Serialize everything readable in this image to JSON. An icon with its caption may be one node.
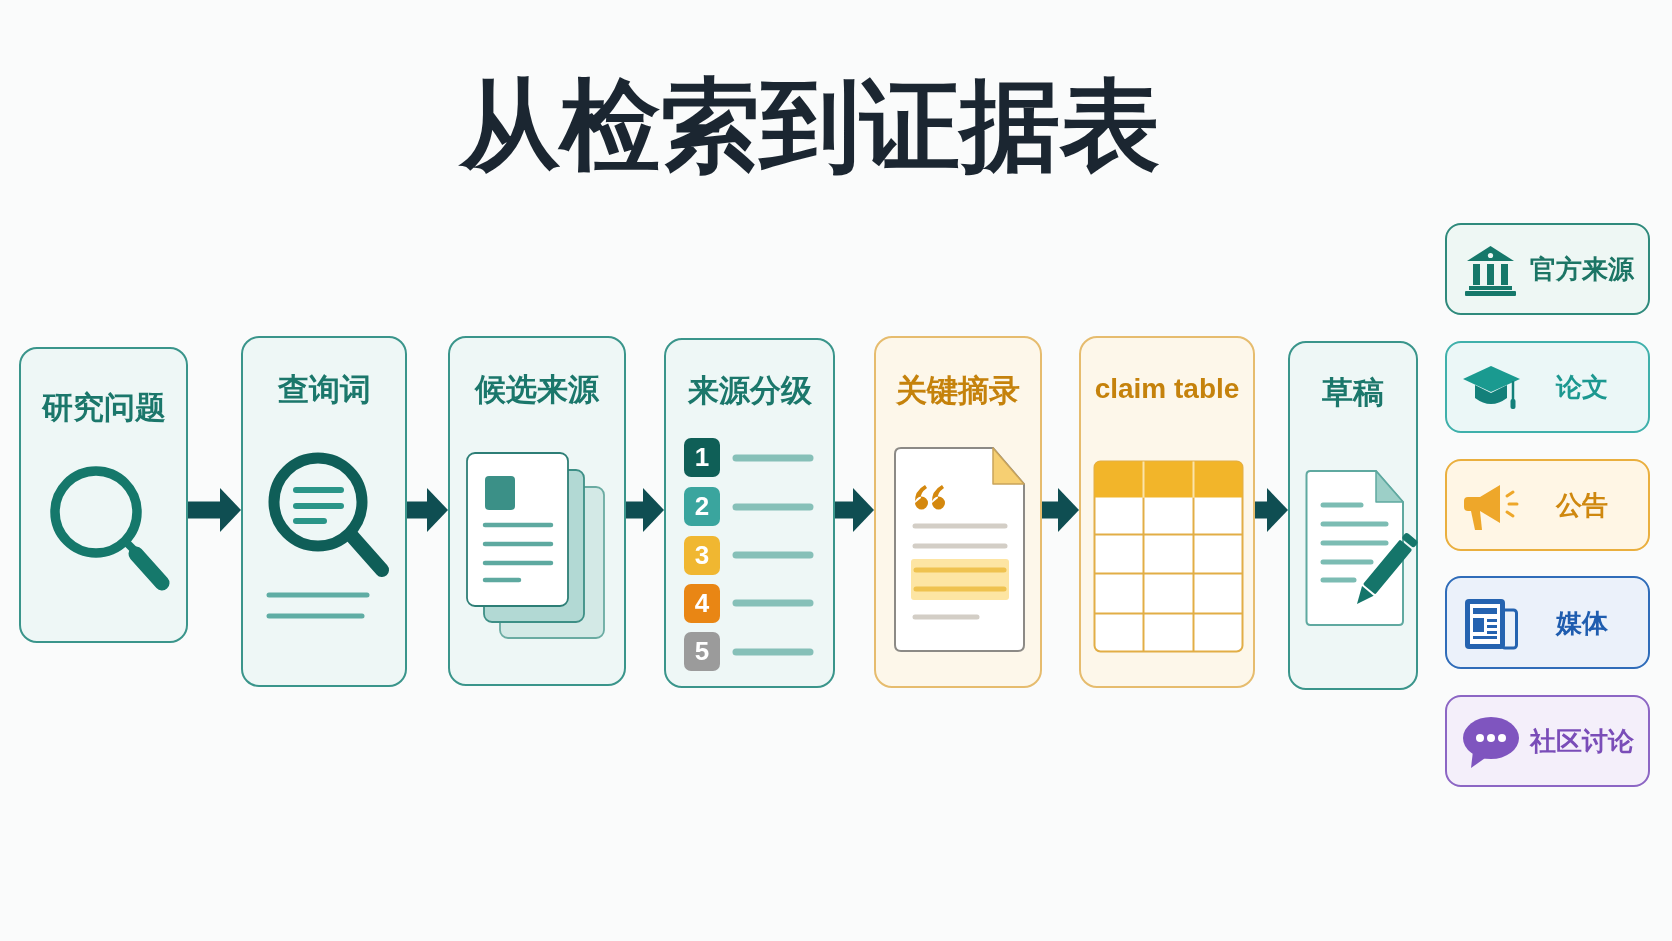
{
  "diagram": {
    "title": "从检索到证据表",
    "nodes": [
      {
        "text": [
          "研究问题"
        ]
      },
      {
        "text": [
          "查询词"
        ]
      },
      {
        "text": [
          "候选来源"
        ]
      },
      {
        "text": [
          "来源分级"
        ]
      },
      {
        "text": [
          "1"
        ],
        "in": 3
      },
      {
        "text": [
          "2"
        ],
        "in": 3
      },
      {
        "text": [
          "3"
        ],
        "in": 3
      },
      {
        "text": [
          "4"
        ],
        "in": 3
      },
      {
        "text": [
          "5"
        ],
        "in": 3
      },
      {
        "text": [
          "关键摘录"
        ]
      },
      {
        "text": [
          "claim table"
        ]
      },
      {
        "text": [
          "草稿"
        ]
      },
      {
        "text": [
          "官方来源"
        ]
      },
      {
        "text": [
          "论文"
        ]
      },
      {
        "text": [
          "公告"
        ]
      },
      {
        "text": [
          "媒体"
        ]
      },
      {
        "text": [
          "社区讨论"
        ]
      }
    ],
    "edges": [
      {
        "from": 0,
        "to": 1,
        "arrow": "to"
      },
      {
        "from": 1,
        "to": 2,
        "arrow": "to"
      },
      {
        "from": 2,
        "to": 3,
        "arrow": "to"
      },
      {
        "from": 3,
        "to": 9,
        "arrow": "to"
      },
      {
        "from": 9,
        "to": 10,
        "arrow": "to"
      },
      {
        "from": 10,
        "to": 11,
        "arrow": "to"
      }
    ]
  }
}
